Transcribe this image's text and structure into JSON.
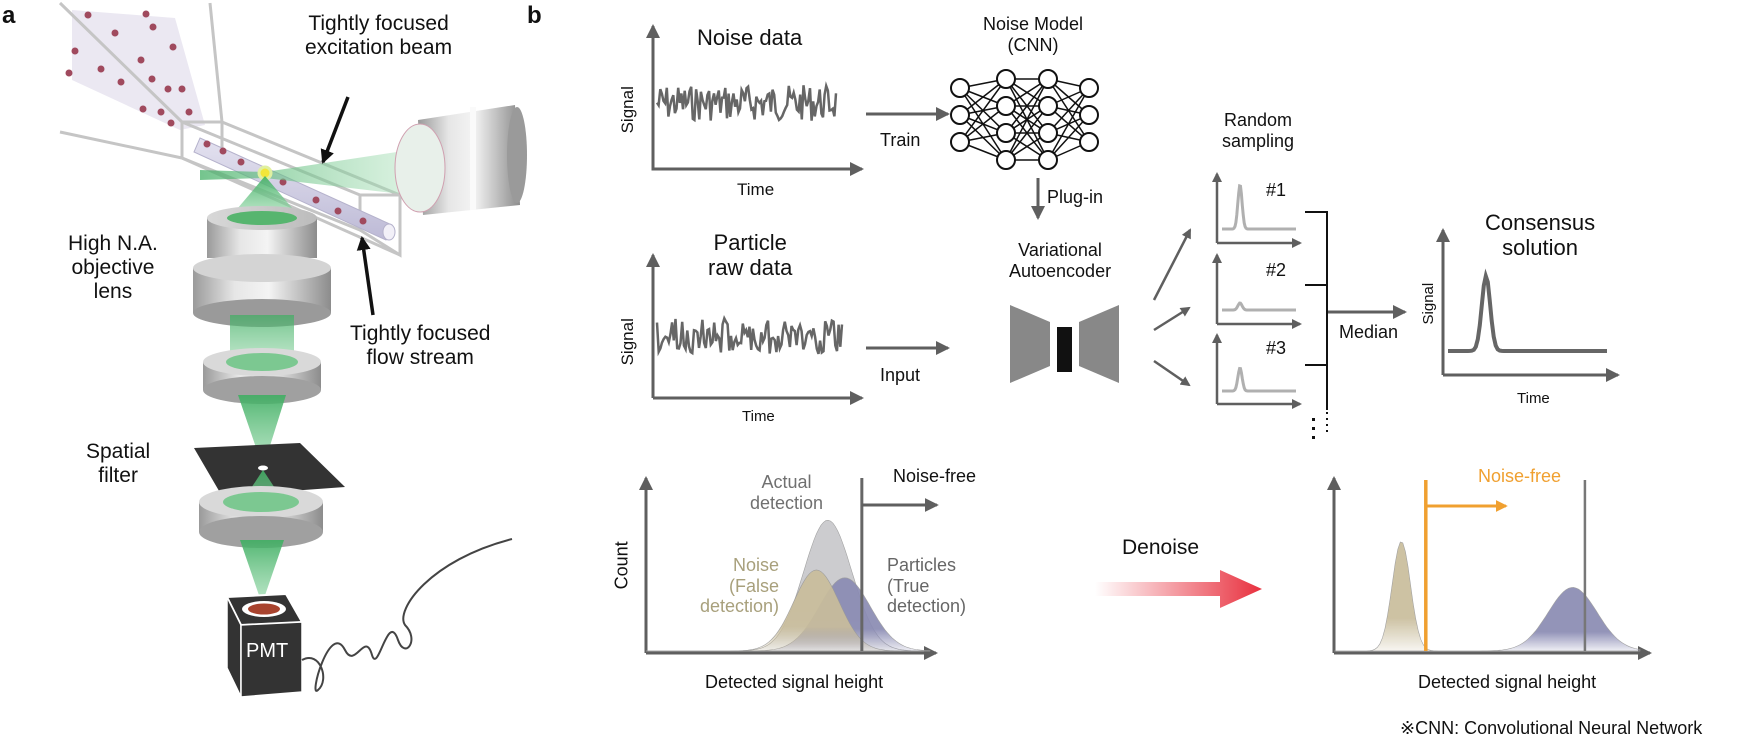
{
  "panel_a": {
    "letter": "a",
    "labels": {
      "excitation_beam": [
        "Tightly focused",
        "excitation beam"
      ],
      "objective_lens": [
        "High N.A.",
        "objective",
        "lens"
      ],
      "flow_stream": [
        "Tightly focused",
        "flow stream"
      ],
      "spatial_filter": [
        "Spatial",
        "filter"
      ],
      "pmt": "PMT"
    }
  },
  "panel_b": {
    "letter": "b",
    "noise_data": {
      "title": "Noise data",
      "ylabel": "Signal",
      "xlabel": "Time"
    },
    "particle_raw": {
      "title": [
        "Particle",
        "raw data"
      ],
      "ylabel": "Signal",
      "xlabel": "Time"
    },
    "train_label": "Train",
    "input_label": "Input",
    "noise_model": {
      "title": [
        "Noise Model",
        "(CNN)"
      ],
      "layers": [
        3,
        4,
        4,
        3
      ]
    },
    "plugin_label": "Plug-in",
    "vae": {
      "title": [
        "Variational",
        "Autoencoder"
      ]
    },
    "random_sampling": {
      "title": [
        "Random",
        "sampling"
      ],
      "samples": [
        "#1",
        "#2",
        "#3"
      ],
      "more": "⋮"
    },
    "median_label": "Median",
    "consensus": {
      "title": [
        "Consensus",
        "solution"
      ],
      "ylabel": "Signal",
      "xlabel": "Time"
    },
    "hist_before": {
      "ylabel": "Count",
      "xlabel": "Detected signal height",
      "actual": [
        "Actual",
        "detection"
      ],
      "noise": [
        "Noise",
        "(False",
        "detection)"
      ],
      "particles": [
        "Particles",
        "(True",
        "detection)"
      ],
      "noise_free": "Noise-free"
    },
    "denoise_label": "Denoise",
    "hist_after": {
      "xlabel": "Detected signal height",
      "noise_free": "Noise-free"
    },
    "footnote": "※CNN: Convolutional Neural Network"
  },
  "colors": {
    "axis": "#5f5f5f",
    "noise_dist": "#c9bd9c",
    "particle_dist": "#8a8bb3",
    "actual_dist": "#c8c8cc",
    "orange": "#f0a030",
    "denoise_red": "#e8303e",
    "beam_green": "#5dbb7a",
    "particle_dot": "#a04a5e",
    "pmt_dark": "#333333"
  },
  "chart_data": [
    {
      "type": "area",
      "title": "Before denoising",
      "xlabel": "Detected signal height",
      "ylabel": "Count",
      "series": [
        {
          "name": "Actual detection",
          "mean": 0.64,
          "sd": 0.085,
          "peak": 1.0
        },
        {
          "name": "Noise (False detection)",
          "mean": 0.6,
          "sd": 0.08,
          "peak": 0.62
        },
        {
          "name": "Particles (True detection)",
          "mean": 0.7,
          "sd": 0.09,
          "peak": 0.56
        }
      ],
      "threshold": {
        "label": "Noise-free",
        "x": 0.76
      },
      "xlim": [
        0,
        1
      ],
      "ylim": [
        0,
        1.3
      ]
    },
    {
      "type": "area",
      "title": "After denoising",
      "xlabel": "Detected signal height",
      "series": [
        {
          "name": "Noise",
          "mean": 0.22,
          "sd": 0.03,
          "peak": 1.0
        },
        {
          "name": "Particles",
          "mean": 0.78,
          "sd": 0.08,
          "peak": 0.58
        }
      ],
      "threshold": {
        "label": "Noise-free",
        "x": 0.3
      },
      "reference_line": {
        "x": 0.82
      },
      "xlim": [
        0,
        1
      ],
      "ylim": [
        0,
        1.55
      ]
    }
  ]
}
